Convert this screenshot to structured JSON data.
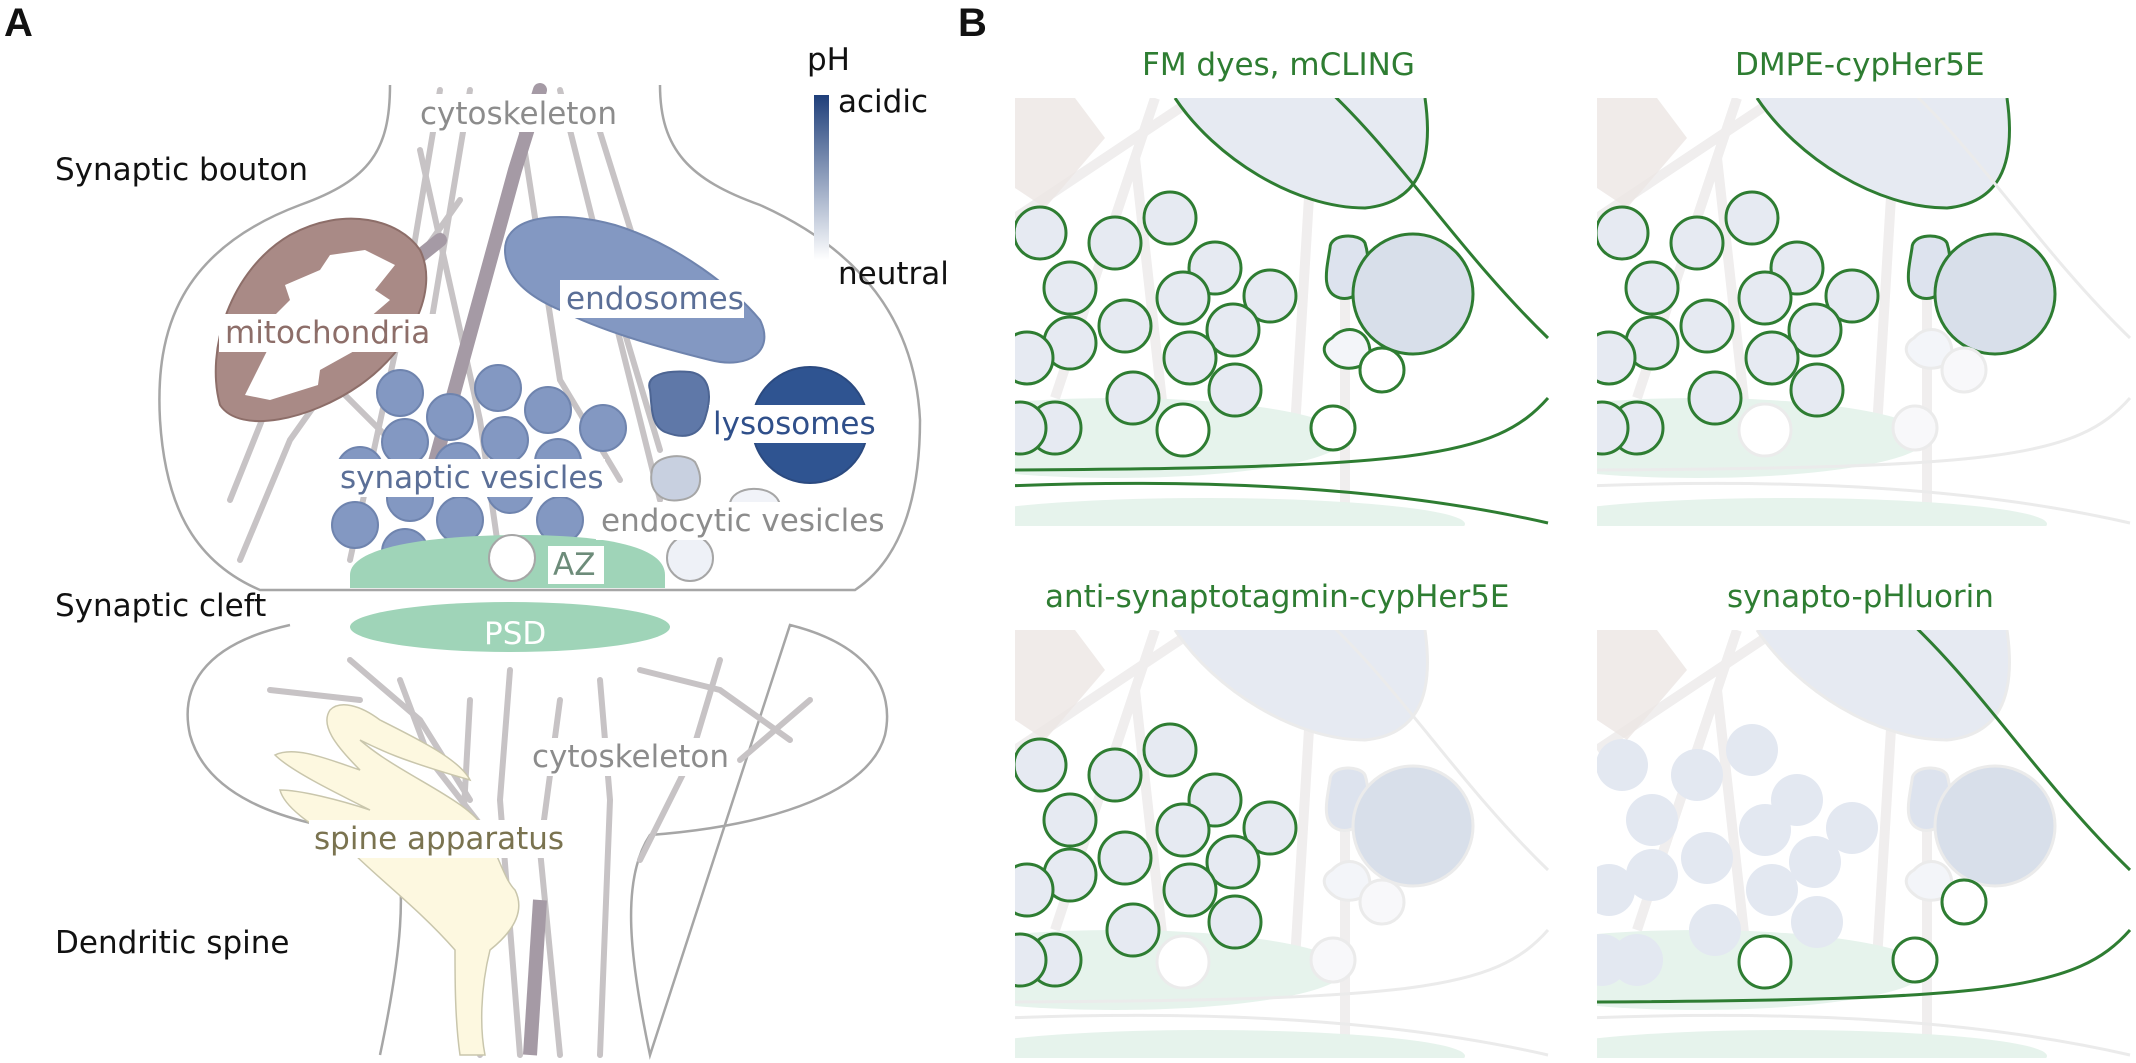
{
  "panels": {
    "a": "A",
    "b": "B"
  },
  "regions": {
    "bouton": "Synaptic bouton",
    "cleft": "Synaptic cleft",
    "spine": "Dendritic spine"
  },
  "organelles": {
    "cytoskeleton_top": "cytoskeleton",
    "mitochondria": "mitochondria",
    "endosomes": "endosomes",
    "lysosomes": "lysosomes",
    "synaptic_vesicles": "synaptic vesicles",
    "endocytic_vesicles": "endocytic vesicles",
    "az": "AZ",
    "psd": "PSD",
    "cytoskeleton_bottom": "cytoskeleton",
    "spine_apparatus": "spine apparatus"
  },
  "ph_legend": {
    "title": "pH",
    "high": "acidic",
    "low": "neutral"
  },
  "subpanels": [
    {
      "title": "FM dyes, mCLING"
    },
    {
      "title": "DMPE-cypHer5E"
    },
    {
      "title": "anti-synaptotagmin-cypHer5E"
    },
    {
      "title": "synapto-pHluorin"
    }
  ],
  "colors": {
    "highlight": "#2e7d32",
    "vesicle": "#8398c2",
    "lysosome": "#2f4f8a",
    "mitochondria": "#a98a86",
    "az_psd": "#9fd4b8",
    "spine_apparatus": "#fdf8e0",
    "outline": "#a6a6a6"
  }
}
